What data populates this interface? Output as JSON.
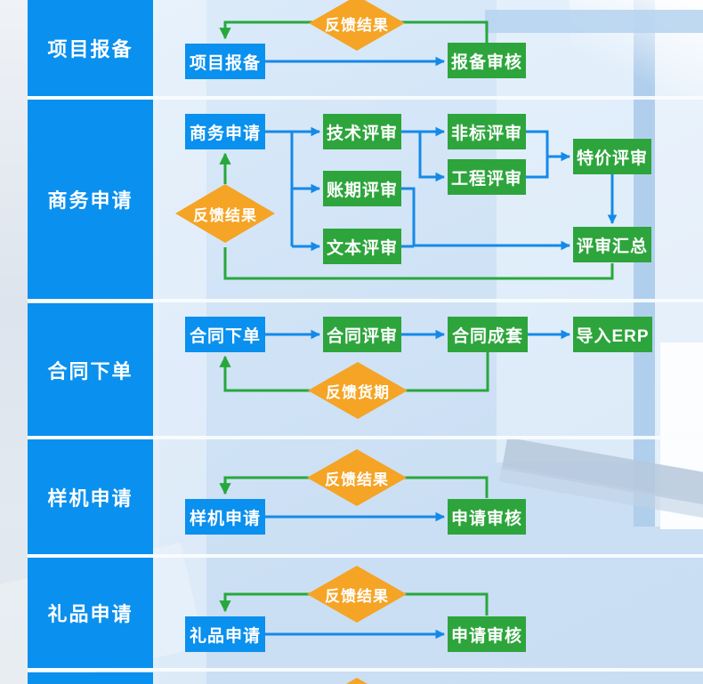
{
  "colors": {
    "box_blue": "#0a90ee",
    "box_green": "#2da53c",
    "diamond_orange": "#f5a425",
    "arrow_blue": "#1589e8",
    "arrow_green": "#27a83c",
    "sidebar_text": "#ffffff"
  },
  "sidebar": {
    "items": [
      "项目报备",
      "商务申请",
      "合同下单",
      "样机申请",
      "礼品申请"
    ]
  },
  "flow": {
    "row1": {
      "start": "项目报备",
      "review": "报备审核",
      "feedback": "反馈结果"
    },
    "row2": {
      "start": "商务申请",
      "tech": "技术评审",
      "payment": "账期评审",
      "text": "文本评审",
      "nonstandard": "非标评审",
      "engineering": "工程评审",
      "special_price": "特价评审",
      "summary": "评审汇总",
      "feedback": "反馈结果"
    },
    "row3": {
      "start": "合同下单",
      "review": "合同评审",
      "complete": "合同成套",
      "erp": "导入ERP",
      "feedback": "反馈货期"
    },
    "row4": {
      "start": "样机申请",
      "review": "申请审核",
      "feedback": "反馈结果"
    },
    "row5": {
      "start": "礼品申请",
      "review": "申请审核",
      "feedback": "反馈结果"
    }
  }
}
